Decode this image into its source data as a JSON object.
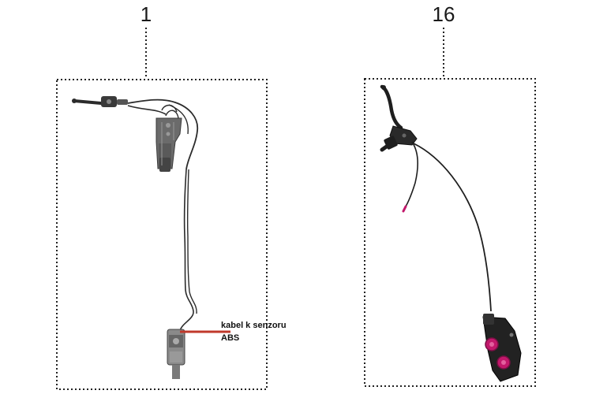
{
  "parts": [
    {
      "number": "1",
      "annotation_line1": "kabel k senzoru",
      "annotation_line2": "ABS"
    },
    {
      "number": "16"
    }
  ],
  "colors": {
    "frame": "#222222",
    "cable": "#2b2b2b",
    "part_dark": "#3a3a3a",
    "part_mid": "#6b6b6b",
    "part_light": "#a8a8a8",
    "annotation_line": "#c0392b",
    "caliper_pistons": "#c2186b"
  }
}
